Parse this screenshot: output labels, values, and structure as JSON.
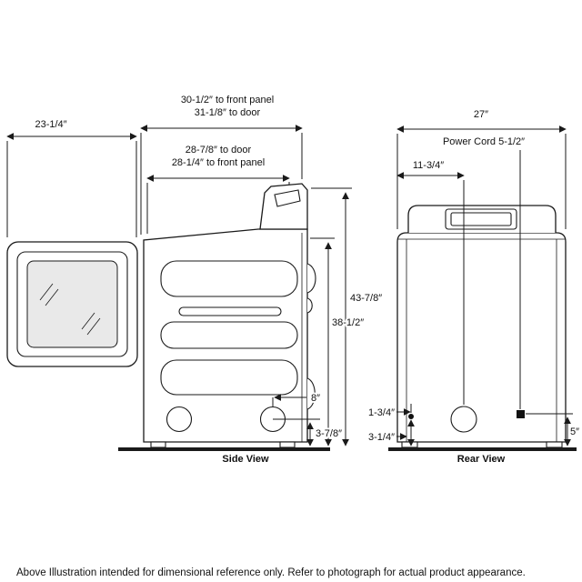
{
  "side_view": {
    "label": "Side View",
    "dims": {
      "depth_front_panel": "30-1/2″ to front panel",
      "depth_door": "31-1/8″ to door",
      "door_open": "23-1/4″",
      "inner_door": "28-7/8″ to door",
      "inner_front_panel": "28-1/4″ to front panel",
      "height_total": "43-7/8″",
      "height_body": "38-1/2″",
      "exhaust_offset": "8″",
      "exhaust_floor_height": "3-7/8″"
    }
  },
  "rear_view": {
    "label": "Rear View",
    "dims": {
      "width": "27″",
      "power_cord": "Power Cord 5-1/2″",
      "exhaust_from_left": "11-3/4″",
      "dot_offset": "1-3/4″",
      "dot_height": "3-1/4″",
      "cord_height": "5″"
    }
  },
  "footer": {
    "note": "Above Illustration intended for dimensional reference only. Refer to photograph for actual product appearance."
  }
}
